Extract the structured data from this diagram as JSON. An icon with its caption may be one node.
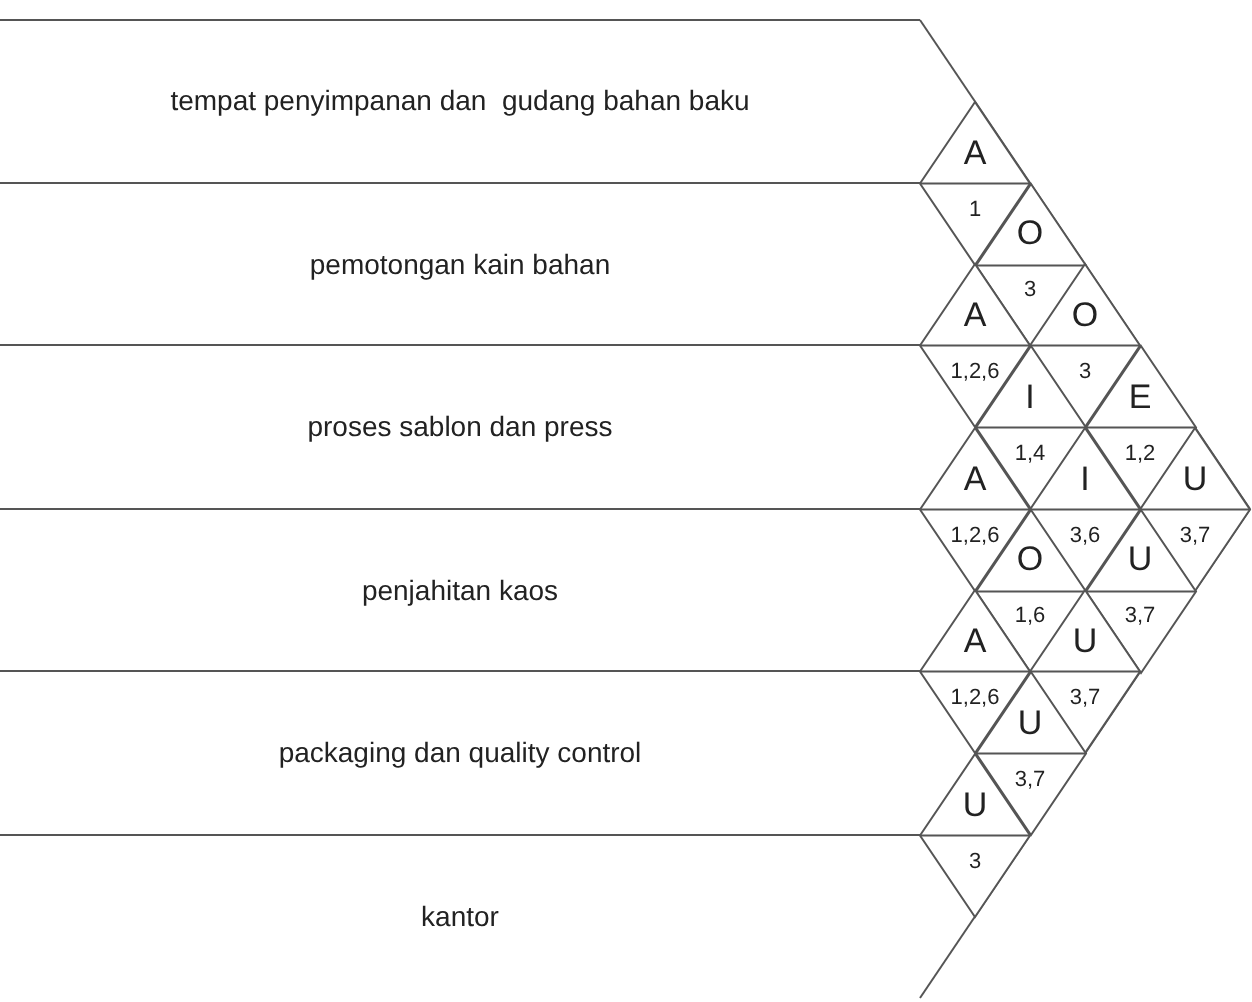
{
  "diagram": {
    "nodes": [
      {
        "text": [
          "tempat penyimpanan dan  gudang bahan baku"
        ]
      },
      {
        "text": [
          "pemotongan kain bahan"
        ]
      },
      {
        "text": [
          "proses sablon dan press"
        ]
      },
      {
        "text": [
          "penjahitan kaos"
        ]
      },
      {
        "text": [
          "packaging dan quality control"
        ]
      },
      {
        "text": [
          "kantor"
        ]
      },
      {
        "text": [
          "A",
          "1"
        ]
      },
      {
        "text": [
          "O",
          "3"
        ]
      },
      {
        "text": [
          "A",
          "1,2,6"
        ]
      },
      {
        "text": [
          "O",
          "3"
        ]
      },
      {
        "text": [
          "I",
          "1,4"
        ]
      },
      {
        "text": [
          "E",
          "1,2"
        ]
      },
      {
        "text": [
          "A",
          "1,2,6"
        ]
      },
      {
        "text": [
          "I",
          "3,6"
        ]
      },
      {
        "text": [
          "U",
          "3,7"
        ]
      },
      {
        "text": [
          "O",
          "1,6"
        ]
      },
      {
        "text": [
          "U",
          "3,7"
        ]
      },
      {
        "text": [
          "A",
          "1,2,6"
        ]
      },
      {
        "text": [
          "U",
          "3,7"
        ]
      },
      {
        "text": [
          "U",
          "3,7"
        ]
      },
      {
        "text": [
          "U",
          "3"
        ]
      }
    ]
  }
}
